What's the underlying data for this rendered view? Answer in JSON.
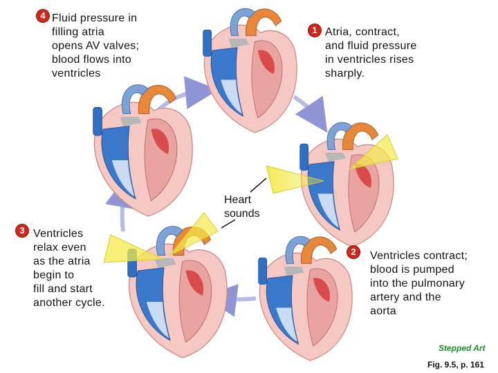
{
  "steps": [
    {
      "number": "1",
      "text": "Atria, contract,\nand fluid pressure\nin ventricles rises\nsharply."
    },
    {
      "number": "2",
      "text": "Ventricles contract;\nblood is pumped\ninto the pulmonary\nartery and the\naorta"
    },
    {
      "number": "3",
      "text": "Ventricles\nrelax even\nas the atria\nbegin to\nfill and start\nanother cycle."
    },
    {
      "number": "4",
      "text": "Fluid pressure in\nfilling atria\nopens AV valves;\nblood flows into\nventricles"
    }
  ],
  "heart_sounds_label": "Heart\nsounds",
  "footer": {
    "stepped": "Stepped Art",
    "figure": "Fig. 9.5, p. 161"
  },
  "colors": {
    "number_badge": "#d0261c",
    "arrow": "#b6bbe6",
    "aorta": "#e6873a",
    "vein_blue": "#2f6fc4",
    "muscle_pink": "#f3b6b4",
    "chamber_red": "#d94a4a",
    "sound_yellow": "#f4e94b",
    "stepped_green": "#1f8a2c"
  }
}
